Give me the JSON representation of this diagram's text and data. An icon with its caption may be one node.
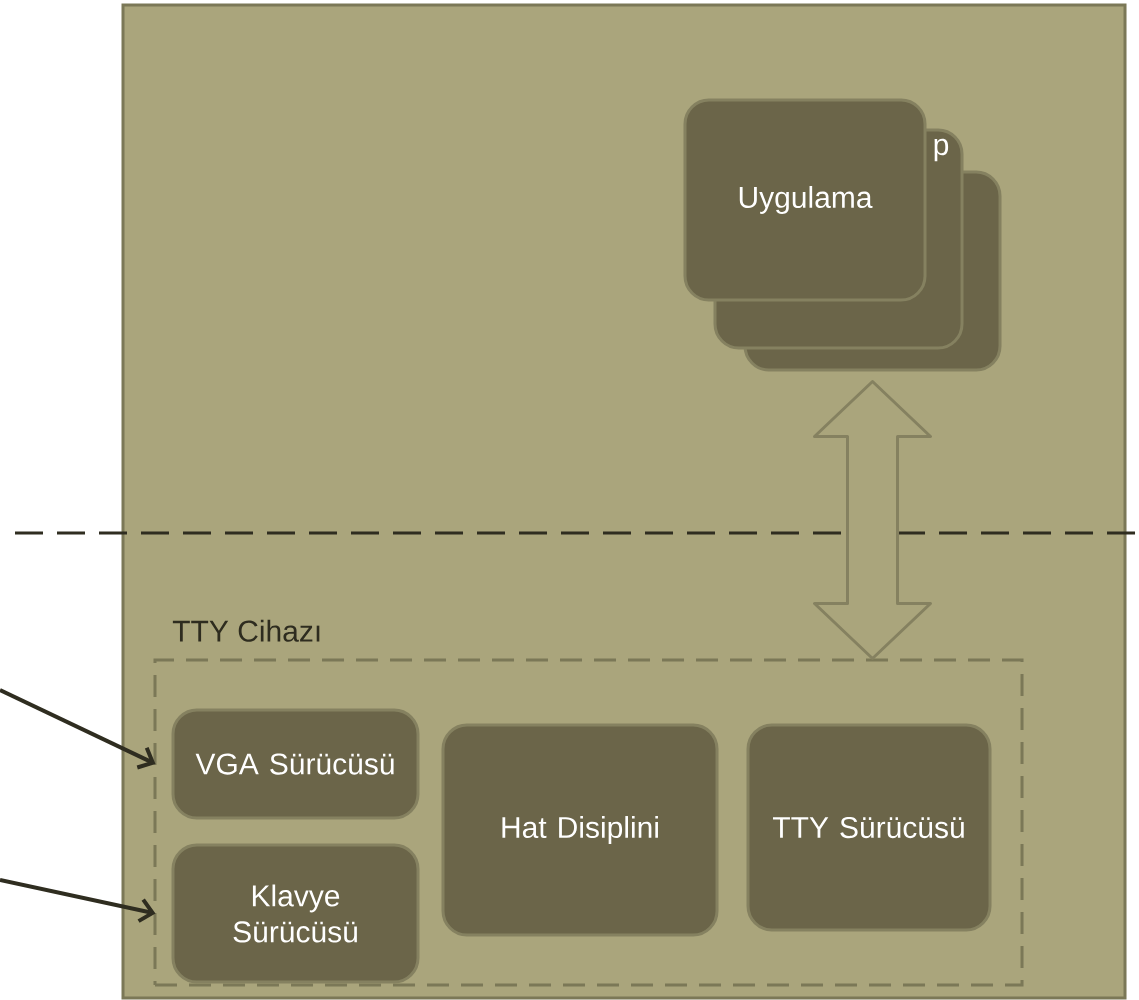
{
  "diagram": {
    "nodes": [
      {
        "text": [],
        "shape": "box"
      },
      {
        "text": [],
        "shape": "box",
        "in": 0
      },
      {
        "text": [
          "p"
        ],
        "in": 0
      },
      {
        "text": [
          "Uygulama"
        ],
        "in": 0
      },
      {
        "text": [
          "TTY Cihazı"
        ],
        "in": 0
      },
      {
        "text": [
          "VGA Sürücüsü"
        ],
        "in": 4
      },
      {
        "text": [
          "Klavye Sürücüsü"
        ],
        "in": 4
      },
      {
        "text": [
          "Hat Disiplini"
        ],
        "in": 4
      },
      {
        "text": [
          "TTY Sürücüsü"
        ],
        "in": 4
      }
    ],
    "edges": [
      {
        "from": 1,
        "to": 4,
        "arrow": "both"
      },
      {
        "from": null,
        "to": 5,
        "arrow": "to"
      },
      {
        "from": null,
        "to": 6,
        "arrow": "to"
      }
    ]
  }
}
